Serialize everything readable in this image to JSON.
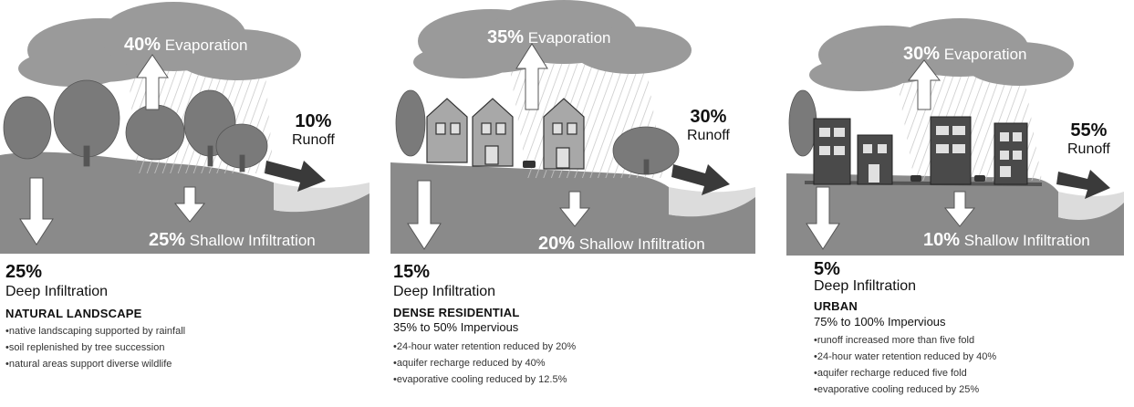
{
  "panels": [
    {
      "evaporation_pct": "40%",
      "evaporation_label": "Evaporation",
      "runoff_pct": "10%",
      "runoff_label": "Runoff",
      "shallow_pct": "25%",
      "shallow_label": "Shallow Infiltration",
      "deep_pct": "25%",
      "deep_label": "Deep Infiltration",
      "title": "NATURAL LANDSCAPE",
      "subtitle": "",
      "bullets": [
        "native landscaping supported by rainfall",
        "soil replenished by tree succession",
        "natural areas support diverse wildlife"
      ]
    },
    {
      "evaporation_pct": "35%",
      "evaporation_label": "Evaporation",
      "runoff_pct": "30%",
      "runoff_label": "Runoff",
      "shallow_pct": "20%",
      "shallow_label": "Shallow Infiltration",
      "deep_pct": "15%",
      "deep_label": "Deep Infiltration",
      "title": "DENSE RESIDENTIAL",
      "subtitle": "35% to 50% Impervious",
      "bullets": [
        "24-hour water retention reduced by 20%",
        "aquifer recharge reduced by 40%",
        "evaporative cooling reduced by 12.5%"
      ]
    },
    {
      "evaporation_pct": "30%",
      "evaporation_label": "Evaporation",
      "runoff_pct": "55%",
      "runoff_label": "Runoff",
      "shallow_pct": "10%",
      "shallow_label": "Shallow Infiltration",
      "deep_pct": "5%",
      "deep_label": "Deep Infiltration",
      "title": "URBAN",
      "subtitle": "75% to 100% Impervious",
      "bullets": [
        "runoff increased more than five fold",
        "24-hour water retention reduced by 40%",
        "aquifer recharge reduced five fold",
        "evaporative cooling reduced by 25%"
      ]
    }
  ],
  "colors": {
    "cloud": "#9a9a9a",
    "ground": "#8a8a8a",
    "ground_dark": "#6e6e6e",
    "water": "#d4d4d4",
    "runoff_arrow": "#3a3a3a",
    "tree": "#7a7a7a",
    "house": "#a8a8a8",
    "building": "#4a4a4a"
  }
}
